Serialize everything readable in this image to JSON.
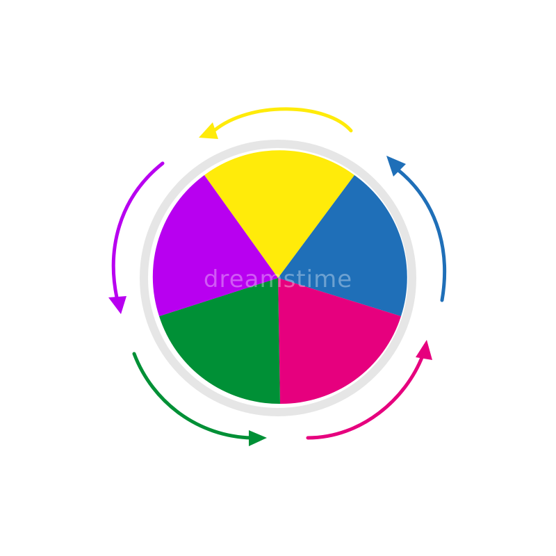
{
  "diagram": {
    "type": "cycle-pie",
    "segments": [
      {
        "name": "yellow-segment",
        "color": "#FFEB0A"
      },
      {
        "name": "blue-segment",
        "color": "#1F6FB8"
      },
      {
        "name": "magenta-segment",
        "color": "#E6007E"
      },
      {
        "name": "green-segment",
        "color": "#009036"
      },
      {
        "name": "purple-segment",
        "color": "#B800F0"
      }
    ],
    "ring_color": "#E6E6E6",
    "arrows": [
      {
        "name": "yellow-arrow",
        "color": "#FFEB0A",
        "icon": "curved-arrow-icon"
      },
      {
        "name": "blue-arrow",
        "color": "#1F6FB8",
        "icon": "curved-arrow-icon"
      },
      {
        "name": "magenta-arrow",
        "color": "#E6007E",
        "icon": "curved-arrow-icon"
      },
      {
        "name": "green-arrow",
        "color": "#009036",
        "icon": "curved-arrow-icon"
      },
      {
        "name": "purple-arrow",
        "color": "#B800F0",
        "icon": "curved-arrow-icon"
      }
    ],
    "watermark": "dreamstime"
  }
}
